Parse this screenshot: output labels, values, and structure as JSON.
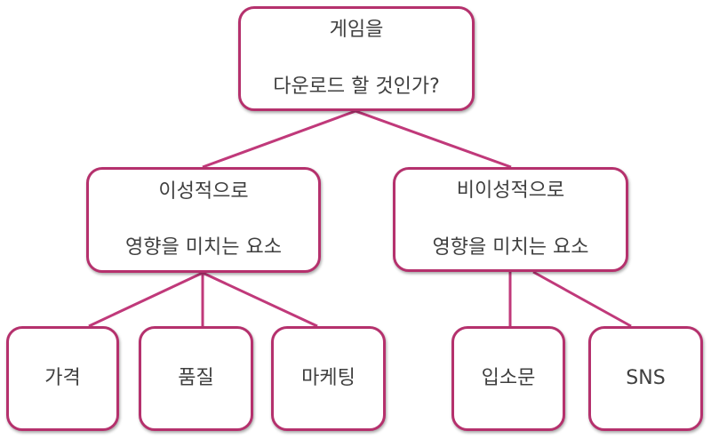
{
  "colors": {
    "border": "#b5316d",
    "line": "#c0397a",
    "text": "#3f3f3f",
    "background": "#ffffff"
  },
  "root": {
    "lines": [
      "게임을",
      "다운로드 할 것인가?"
    ]
  },
  "branches": [
    {
      "lines": [
        "이성적으로",
        "영향을 미치는 요소"
      ],
      "children": [
        "가격",
        "품질",
        "마케팅"
      ]
    },
    {
      "lines": [
        "비이성적으로",
        "영향을 미치는 요소"
      ],
      "children": [
        "입소문",
        "SNS"
      ]
    }
  ]
}
